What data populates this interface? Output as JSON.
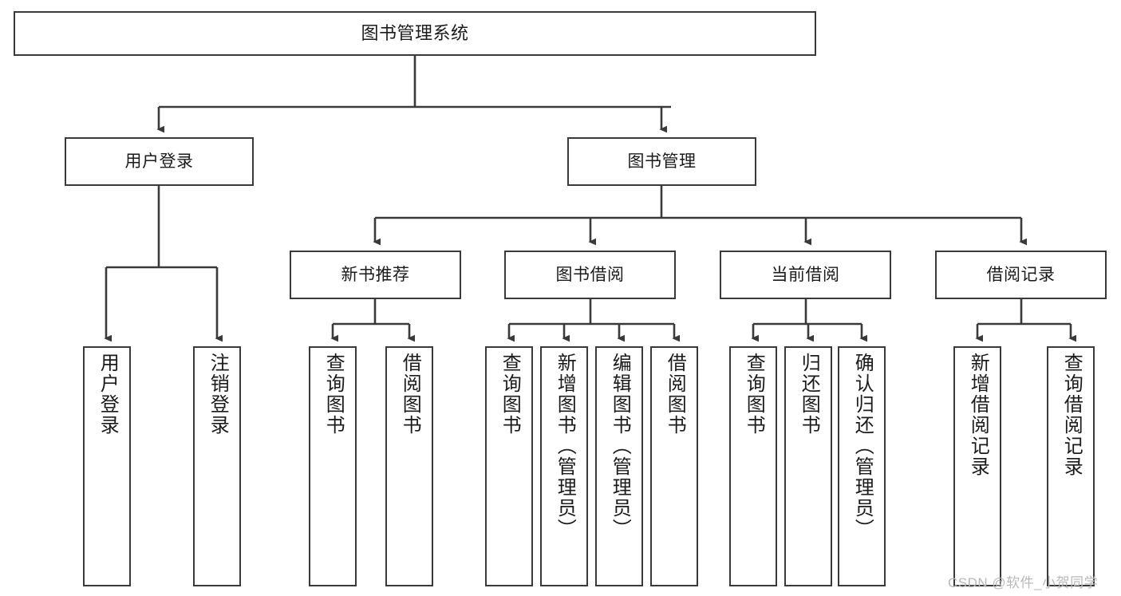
{
  "diagram": {
    "type": "tree-hierarchy",
    "title": "图书管理系统",
    "orientation": "top-down",
    "stroke_color": "#3a3a3a",
    "background_color": "#ffffff",
    "nodes": {
      "root": {
        "label": "图书管理系统",
        "level": 0
      },
      "level1": [
        {
          "id": "user-login",
          "label": "用户登录"
        },
        {
          "id": "book-manage",
          "label": "图书管理"
        }
      ],
      "level2": [
        {
          "id": "new-book-recommend",
          "label": "新书推荐",
          "parent": "book-manage"
        },
        {
          "id": "book-borrow",
          "label": "图书借阅",
          "parent": "book-manage"
        },
        {
          "id": "current-borrow",
          "label": "当前借阅",
          "parent": "book-manage"
        },
        {
          "id": "borrow-record",
          "label": "借阅记录",
          "parent": "book-manage"
        }
      ],
      "leaves": [
        {
          "id": "leaf-user-login",
          "label": "用户登录",
          "parent": "user-login"
        },
        {
          "id": "leaf-logout-login",
          "label": "注销登录",
          "parent": "user-login"
        },
        {
          "id": "leaf-query-book-1",
          "label": "查询图书",
          "parent": "new-book-recommend"
        },
        {
          "id": "leaf-borrow-book-1",
          "label": "借阅图书",
          "parent": "new-book-recommend"
        },
        {
          "id": "leaf-query-book-2",
          "label": "查询图书",
          "parent": "book-borrow"
        },
        {
          "id": "leaf-add-book",
          "label": "新增图书（管理员）",
          "parent": "book-borrow"
        },
        {
          "id": "leaf-edit-book",
          "label": "编辑图书（管理员）",
          "parent": "book-borrow"
        },
        {
          "id": "leaf-borrow-book-2",
          "label": "借阅图书",
          "parent": "book-borrow"
        },
        {
          "id": "leaf-query-book-3",
          "label": "查询图书",
          "parent": "current-borrow"
        },
        {
          "id": "leaf-return-book",
          "label": "归还图书",
          "parent": "current-borrow"
        },
        {
          "id": "leaf-confirm-return",
          "label": "确认归还（管理员）",
          "parent": "current-borrow"
        },
        {
          "id": "leaf-add-record",
          "label": "新增借阅记录",
          "parent": "borrow-record"
        },
        {
          "id": "leaf-query-record",
          "label": "查询借阅记录",
          "parent": "borrow-record"
        }
      ]
    }
  },
  "watermark": {
    "text": "CSDN @软件_小贺同学"
  }
}
